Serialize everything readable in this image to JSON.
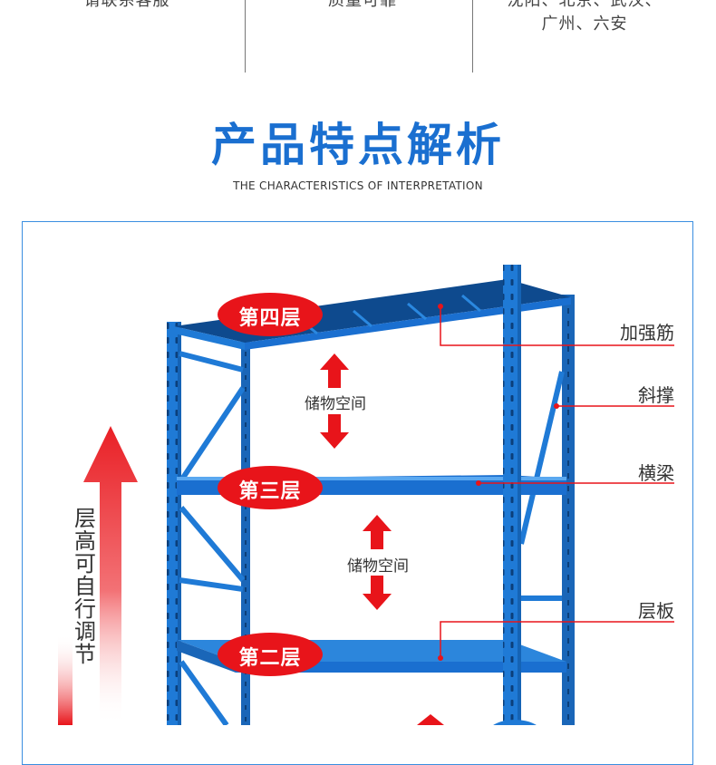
{
  "top_info": {
    "col1": "请联系客服",
    "col2": "质量可靠",
    "col3_line1": "沈阳、北京、武汉、",
    "col3_line2": "广州、六安"
  },
  "section": {
    "title": "产品特点解析",
    "subtitle": "THE CHARACTERISTICS OF INTERPRETATION"
  },
  "layers": {
    "fourth": "第四层",
    "third": "第三层",
    "second": "第二层"
  },
  "storage_label_1": "储物空间",
  "storage_label_2": "储物空间",
  "callouts": {
    "reinforcement": "加强筋",
    "diagonal_brace": "斜撑",
    "crossbeam": "横梁",
    "shelf_board": "层板"
  },
  "adjustable_text": "层高可自行调节",
  "colors": {
    "brand_blue": "#1a6fd0",
    "rack_blue": "#1f7ad6",
    "accent_red": "#e8141a"
  }
}
